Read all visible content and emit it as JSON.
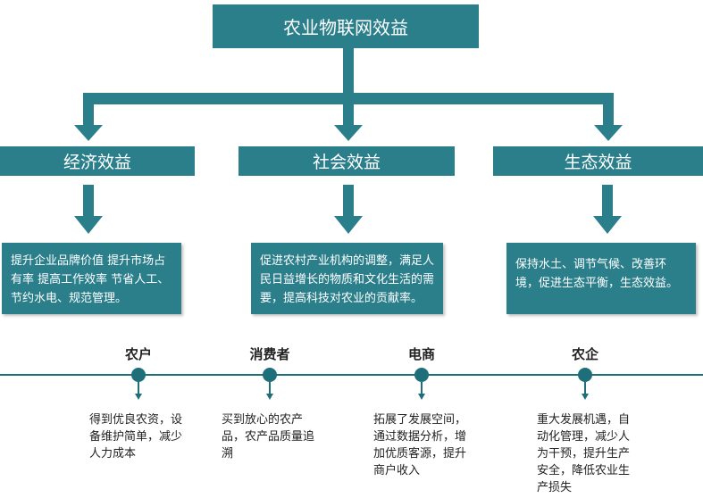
{
  "root": {
    "title": "农业物联网效益"
  },
  "categories": [
    {
      "title": "经济效益",
      "text": "提升企业品牌价值 提升市场占有率 提高工作效率 节省人工、节约水电、规范管理。"
    },
    {
      "title": "社会效益",
      "text": "促进农村产业机构的调整，满足人民日益增长的物质和文化生活的需要，提高科技对农业的贡献率。"
    },
    {
      "title": "生态效益",
      "text": "保持水土、调节气候、改善环境，促进生态平衡，生态效益。"
    }
  ],
  "beneficiaries": [
    {
      "name": "农户",
      "text": "得到优良农资，设备维护简单，减少人力成本"
    },
    {
      "name": "消费者",
      "text": "买到放心的农产品，农产品质量追溯"
    },
    {
      "name": "电商",
      "text": "拓展了发展空间，通过数据分析，增加优质客源，提升商户收入"
    },
    {
      "name": "农企",
      "text": "重大发展机遇，自动化管理，减少人为干预，提升生产安全，降低农业生产损失"
    }
  ],
  "colors": {
    "primary": "#2b7f8b",
    "timeline": "#1f6f7a",
    "text": "#222222"
  }
}
